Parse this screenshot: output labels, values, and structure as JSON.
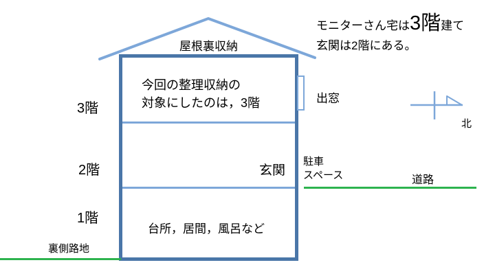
{
  "colors": {
    "dark_blue": "#4a76a8",
    "light_blue": "#7da7d9",
    "road_green": "#2db34e",
    "text": "#000000"
  },
  "annotation": {
    "line1_prefix": "モニターさん宅は",
    "line1_big": "3階",
    "line1_suffix": "建て",
    "line2": "玄関は2階にある。"
  },
  "house": {
    "attic_label": "屋根裏収納",
    "floor3_note_line1": "今回の整理収納の",
    "floor3_note_line2": "対象にしたのは，3階",
    "entrance_label": "玄関",
    "bay_window_label": "出窓",
    "floor1_rooms": "台所，居間，風呂など"
  },
  "floors": {
    "f3": "3階",
    "f2": "2階",
    "f1": "1階"
  },
  "surroundings": {
    "back_alley": "裏側路地",
    "parking_line1": "駐車",
    "parking_line2": "スペース",
    "road": "道路",
    "north": "北"
  }
}
